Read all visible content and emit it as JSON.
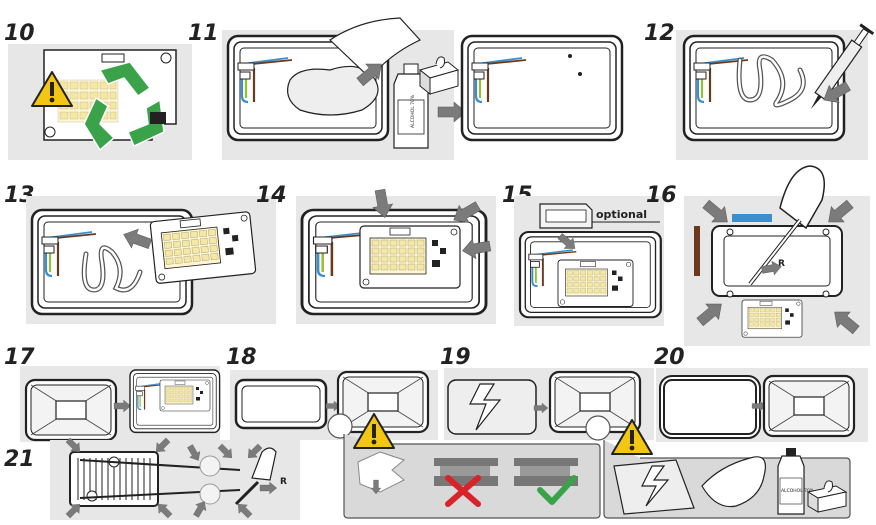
{
  "steps": {
    "s10": "10",
    "s11": "11",
    "s12": "12",
    "s13": "13",
    "s14": "14",
    "s15": "15",
    "s16": "16",
    "s17": "17",
    "s18": "18",
    "s19": "19",
    "s20": "20",
    "s21": "21"
  },
  "labels": {
    "optional": "optional",
    "rotate_r": "R",
    "alcohol": "ALCOHOL 70%"
  },
  "colors": {
    "recycle_green": "#3aa34a",
    "warning_yellow": "#f3c614",
    "cross_red": "#d8232a",
    "check_green": "#3aa34a",
    "wire_blue": "#3a8fd0",
    "wire_brown": "#6b3a1e",
    "wire_green_yellow": "#9bbf2a",
    "arrow_grey": "#7b7b7b",
    "panel_grey": "#d9d9d9"
  },
  "icons": [
    "warning-triangle-icon",
    "recycle-icon",
    "cloth-icon",
    "alcohol-bottle-icon",
    "tissue-box-icon",
    "syringe-icon",
    "screwdriver-icon",
    "check-icon",
    "cross-icon",
    "lightning-icon"
  ]
}
